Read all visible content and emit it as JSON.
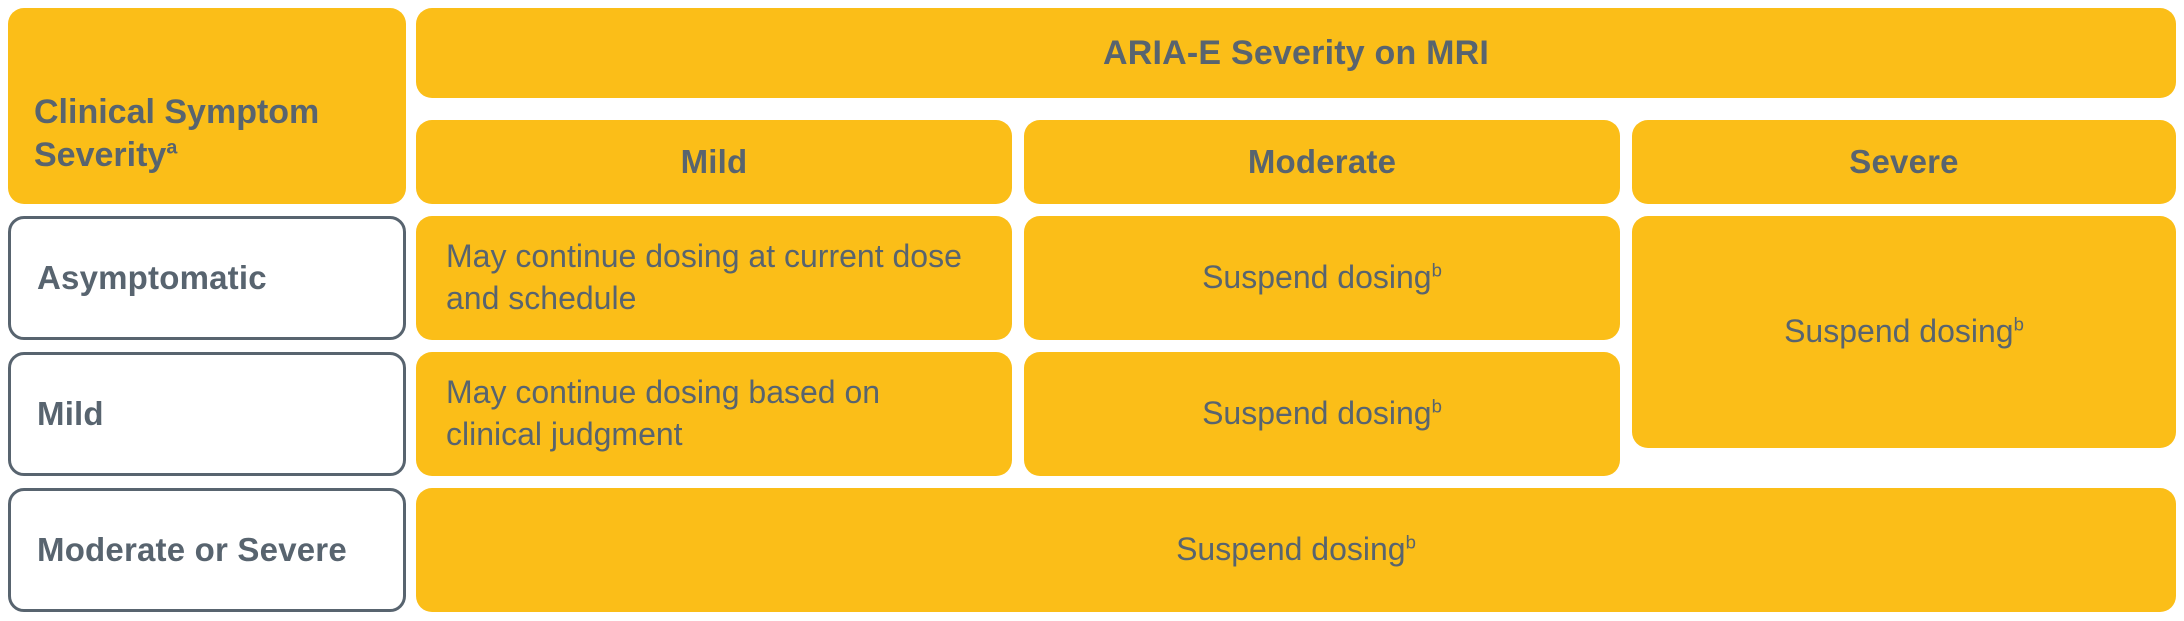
{
  "table": {
    "column_group_header": "ARIA-E Severity on MRI",
    "stub_header": "Clinical Symptom Severity",
    "stub_header_footnote": "a",
    "columns": [
      {
        "label": "Mild"
      },
      {
        "label": "Moderate"
      },
      {
        "label": "Severe"
      }
    ],
    "rows": [
      {
        "label": "Asymptomatic"
      },
      {
        "label": "Mild"
      },
      {
        "label": "Moderate or Severe"
      }
    ],
    "cells": {
      "asymptomatic_mild": {
        "text": "May continue dosing at current dose and schedule",
        "footnote": "",
        "align": "left"
      },
      "asymptomatic_moderate": {
        "text": "Suspend dosing",
        "footnote": "b",
        "align": "center"
      },
      "severe_merged": {
        "text": "Suspend dosing",
        "footnote": "b",
        "align": "center"
      },
      "mild_mild": {
        "text": "May continue dosing based on clinical judgment",
        "footnote": "",
        "align": "left"
      },
      "mild_moderate": {
        "text": "Suspend dosing",
        "footnote": "b",
        "align": "center"
      },
      "moderate_or_severe_all": {
        "text": "Suspend dosing",
        "footnote": "b",
        "align": "center"
      }
    }
  },
  "colors": {
    "accent_amber": "#FBBE18",
    "text_slate": "#58646F",
    "background": "#FFFFFF"
  }
}
